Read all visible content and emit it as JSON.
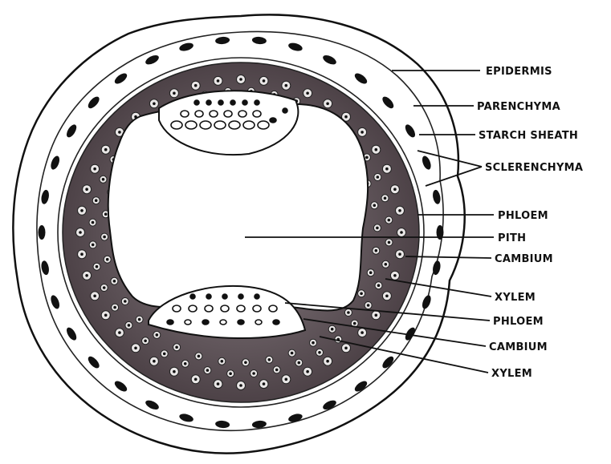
{
  "labels": {
    "epidermis": "EPIDERMIS",
    "parenchyma": "PARENCHYMA",
    "starch_sheath": "STARCH SHEATH",
    "sclerenchyma": "SCLERENCHYMA",
    "phloem_1": "PHLOEM",
    "pith": "PITH",
    "cambium_1": "CAMBIUM",
    "xylem_1": "XYLEM",
    "phloem_2": "PHLOEM",
    "cambium_2": "CAMBIUM",
    "xylem_2": "XYLEM"
  },
  "colors": {
    "ink": "#111111",
    "tissue_dark": "#5b4f55",
    "tissue_mid": "#7a6e73",
    "background": "#ffffff",
    "cell_light": "#e9e6e6"
  }
}
